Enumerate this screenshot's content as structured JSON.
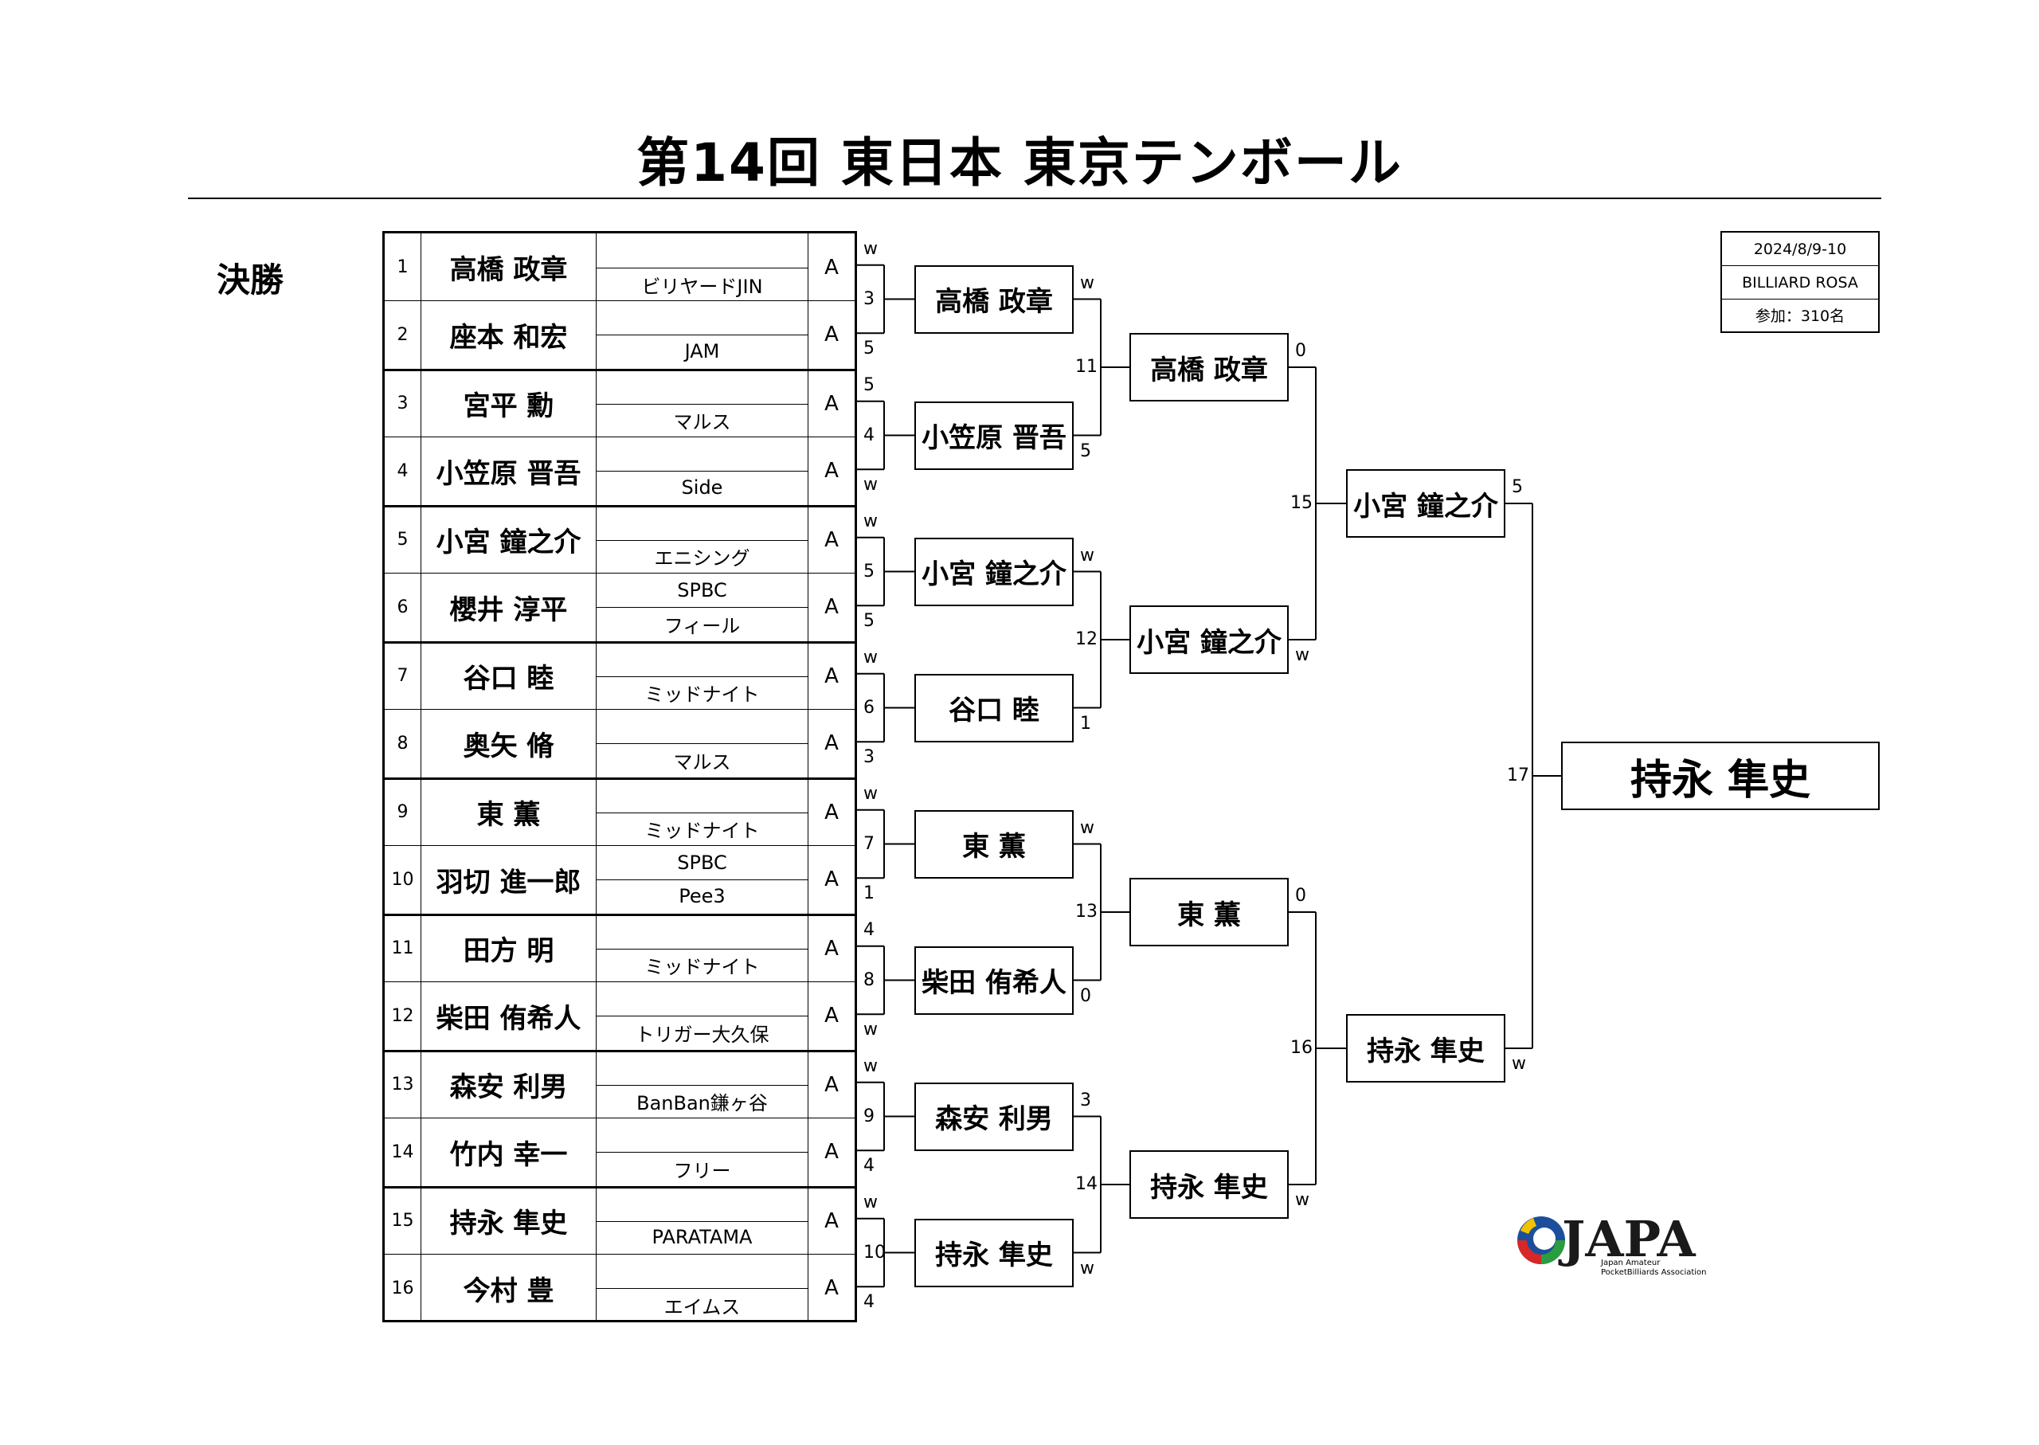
{
  "title": "第14回 東日本 東京テンボール",
  "round_label": "決勝",
  "info": [
    "2024/8/9-10",
    "BILLIARD ROSA",
    "参加：310名"
  ],
  "entries": [
    {
      "seed": "1",
      "name": "高橋 政章",
      "club_top": "",
      "club_bottom": "ビリヤードJIN",
      "class": "A"
    },
    {
      "seed": "2",
      "name": "座本 和宏",
      "club_top": "",
      "club_bottom": "JAM",
      "class": "A"
    },
    {
      "seed": "3",
      "name": "宮平 勳",
      "club_top": "",
      "club_bottom": "マルス",
      "class": "A"
    },
    {
      "seed": "4",
      "name": "小笠原 晋吾",
      "club_top": "",
      "club_bottom": "Side",
      "class": "A"
    },
    {
      "seed": "5",
      "name": "小宮 鐘之介",
      "club_top": "",
      "club_bottom": "エニシング",
      "class": "A"
    },
    {
      "seed": "6",
      "name": "櫻井 淳平",
      "club_top": "SPBC",
      "club_bottom": "フィール",
      "class": "A"
    },
    {
      "seed": "7",
      "name": "谷口 睦",
      "club_top": "",
      "club_bottom": "ミッドナイト",
      "class": "A"
    },
    {
      "seed": "8",
      "name": "奥矢 脩",
      "club_top": "",
      "club_bottom": "マルス",
      "class": "A"
    },
    {
      "seed": "9",
      "name": "東 薫",
      "club_top": "",
      "club_bottom": "ミッドナイト",
      "class": "A"
    },
    {
      "seed": "10",
      "name": "羽切 進一郎",
      "club_top": "SPBC",
      "club_bottom": "Pee3",
      "class": "A"
    },
    {
      "seed": "11",
      "name": "田方 明",
      "club_top": "",
      "club_bottom": "ミッドナイト",
      "class": "A"
    },
    {
      "seed": "12",
      "name": "柴田 侑希人",
      "club_top": "",
      "club_bottom": "トリガー大久保",
      "class": "A"
    },
    {
      "seed": "13",
      "name": "森安 利男",
      "club_top": "",
      "club_bottom": "BanBan鎌ヶ谷",
      "class": "A"
    },
    {
      "seed": "14",
      "name": "竹内 幸一",
      "club_top": "",
      "club_bottom": "フリー",
      "class": "A"
    },
    {
      "seed": "15",
      "name": "持永 隼史",
      "club_top": "",
      "club_bottom": "PARATAMA",
      "class": "A"
    },
    {
      "seed": "16",
      "name": "今村 豊",
      "club_top": "",
      "club_bottom": "エイムス",
      "class": "A"
    }
  ],
  "round1": [
    {
      "match_no": "3",
      "winner": "高橋 政章",
      "score_top": "w",
      "score_bottom": "5",
      "advance_score": "w"
    },
    {
      "match_no": "4",
      "winner": "小笠原 晋吾",
      "score_top": "5",
      "score_bottom": "w",
      "advance_score": "5"
    },
    {
      "match_no": "5",
      "winner": "小宮 鐘之介",
      "score_top": "w",
      "score_bottom": "5",
      "advance_score": "w"
    },
    {
      "match_no": "6",
      "winner": "谷口 睦",
      "score_top": "w",
      "score_bottom": "3",
      "advance_score": "1"
    },
    {
      "match_no": "7",
      "winner": "東 薫",
      "score_top": "w",
      "score_bottom": "1",
      "advance_score": "w"
    },
    {
      "match_no": "8",
      "winner": "柴田 侑希人",
      "score_top": "4",
      "score_bottom": "w",
      "advance_score": "0"
    },
    {
      "match_no": "9",
      "winner": "森安 利男",
      "score_top": "w",
      "score_bottom": "4",
      "advance_score": "3"
    },
    {
      "match_no": "10",
      "winner": "持永 隼史",
      "score_top": "w",
      "score_bottom": "4",
      "advance_score": "w"
    }
  ],
  "round2": [
    {
      "match_no": "11",
      "winner": "高橋 政章",
      "advance_score": "0"
    },
    {
      "match_no": "12",
      "winner": "小宮 鐘之介",
      "advance_score": "w"
    },
    {
      "match_no": "13",
      "winner": "東 薫",
      "advance_score": "0"
    },
    {
      "match_no": "14",
      "winner": "持永 隼史",
      "advance_score": "w"
    }
  ],
  "round3": [
    {
      "match_no": "15",
      "winner": "小宮 鐘之介",
      "advance_score": "5"
    },
    {
      "match_no": "16",
      "winner": "持永 隼史",
      "advance_score": "w"
    }
  ],
  "final": {
    "match_no": "17",
    "champion": "持永 隼史"
  },
  "logo": {
    "mark": "JAPA",
    "line1": "Japan Amateur",
    "line2": "PocketBilliards Association"
  }
}
